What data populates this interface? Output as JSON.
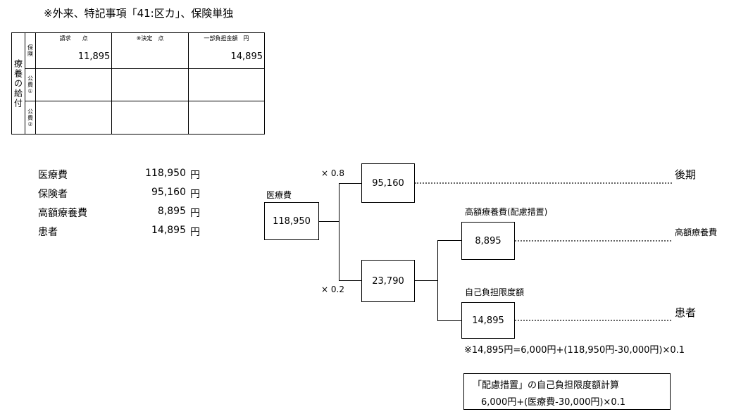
{
  "header": {
    "note": "※外来、特記事項「41:区カ」、保険単独"
  },
  "claim_table": {
    "side_label": "療養の給付",
    "col_headers": [
      "請求　　点",
      "※決定　点",
      "一部負担金額　円"
    ],
    "rows": [
      {
        "label": "保険",
        "cells": [
          "11,895",
          "",
          "14,895"
        ]
      },
      {
        "label": "公費①",
        "cells": [
          "",
          "",
          ""
        ]
      },
      {
        "label": "公費②",
        "cells": [
          "",
          "",
          ""
        ]
      }
    ]
  },
  "summary": [
    {
      "label": "医療費",
      "value": "118,950",
      "unit": "円"
    },
    {
      "label": "保険者",
      "value": "95,160",
      "unit": "円"
    },
    {
      "label": "高額療養費",
      "value": "8,895",
      "unit": "円"
    },
    {
      "label": "患者",
      "value": "14,895",
      "unit": "円"
    }
  ],
  "flow": {
    "root_label": "医療費",
    "root_value": "118,950",
    "mult_upper": "× 0.8",
    "mult_lower": "× 0.2",
    "upper_value": "95,160",
    "lower_value": "23,790",
    "kougaku_heading": "高額療養費(配慮措置)",
    "kougaku_value": "8,895",
    "limit_heading": "自己負担限度額",
    "limit_value": "14,895",
    "right_upper": "後期",
    "right_middle": "高額療養費",
    "right_lower": "患者",
    "calc_note": "※14,895円=6,000円+(118,950円-30,000円)×0.1"
  },
  "formula_box": {
    "title": "「配慮措置」の自己負担限度額計算",
    "formula": "6,000円+(医療費-30,000円)×0.1"
  }
}
